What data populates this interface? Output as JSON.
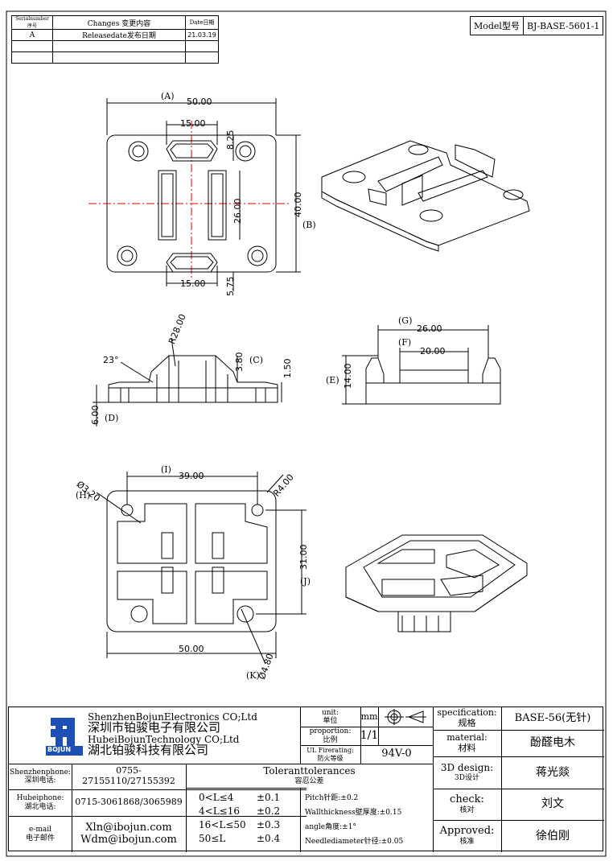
{
  "revision": {
    "headers": [
      "Serialnumber 序号",
      "Changes  变更内容",
      "Date日期"
    ],
    "rows": [
      [
        "A",
        "Releasedate发布日期",
        "21.03.19"
      ],
      [
        "",
        "",
        ""
      ],
      [
        "",
        "",
        ""
      ]
    ]
  },
  "model": {
    "label": "Model型号",
    "value": "BJ-BASE-5601-1"
  },
  "dims": {
    "top_A": "(A)",
    "top_w": "50.00",
    "top_slot": "15.00",
    "top_825": "8.25",
    "top_26": "26.00",
    "top_40": "40.00",
    "top_B": "(B)",
    "top_slot2": "15.00",
    "top_575": "5.75",
    "side_R": "R28.00",
    "side_23": "23°",
    "side_380": "3.80",
    "side_C": "(C)",
    "side_150": "1.50",
    "side_600": "6.00",
    "side_D": "(D)",
    "end_G": "(G)",
    "end_26": "26.00",
    "end_F": "(F)",
    "end_20": "20.00",
    "end_E": "(E)",
    "end_14": "14.00",
    "bot_I": "(I)",
    "bot_39": "39.00",
    "bot_H": "(H)",
    "bot_32": "Ø3.20",
    "bot_R4": "R4.00",
    "bot_31": "31.00",
    "bot_J": "(J)",
    "bot_50": "50.00",
    "bot_48": "Ø4.80",
    "bot_K": "(K)"
  },
  "company": {
    "en1": "ShenzhenBojunElectronics CO;Ltd",
    "cn1": "深圳市铂骏电子有限公司",
    "en2": "HubeiBojunTechnology CO;Ltd",
    "cn2": "湖北铂骏科技有限公司",
    "logo_text": "BOJUN"
  },
  "contacts": [
    {
      "label_en": "Shenzhenphone:",
      "label_cn": "深圳电话:",
      "value": "0755-27155110/27155392"
    },
    {
      "label_en": "Hubeiphone:",
      "label_cn": "湖北电话:",
      "value": "0715-3061868/3065989"
    },
    {
      "label_en": "e-mail",
      "label_cn": "电子邮件",
      "value": "Xln@ibojun.com",
      "value2": "Wdm@ibojun.com"
    }
  ],
  "unit": {
    "label": "unit:",
    "label_cn": "单位",
    "value": "mm"
  },
  "proportion": {
    "label": "proportion:",
    "label_cn": "比例",
    "value": "1/1"
  },
  "fire": {
    "label": "UL Firerating:",
    "label_cn": "防火等级",
    "value": "94V-0"
  },
  "tolerance": {
    "title": "Toleranttolerances",
    "title_cn": "容忍公差",
    "rows": [
      [
        "0<L≤4",
        "±0.1"
      ],
      [
        "4<L≤16",
        "±0.2"
      ],
      [
        "16<L≤50",
        "±0.3"
      ],
      [
        "50≤L",
        "±0.4"
      ]
    ],
    "notes": [
      "Pitch针距:±0.2",
      "Wallthickness壁厚度:±0.15",
      "angle角度:±1°",
      "Needlediameter针径:±0.05"
    ]
  },
  "spec": {
    "label": "specification:",
    "label_cn": "规格",
    "value": "BASE-56(无针)"
  },
  "material": {
    "label": "material:",
    "label_cn": "材料",
    "value": "酚醛电木"
  },
  "design": {
    "label": "3D design:",
    "label_cn": "3D设计",
    "value": "蒋光燚"
  },
  "check": {
    "label": "check:",
    "label_cn": "核对",
    "value": "刘文"
  },
  "approved": {
    "label": "Approved:",
    "label_cn": "核准",
    "value": "徐伯刚"
  }
}
